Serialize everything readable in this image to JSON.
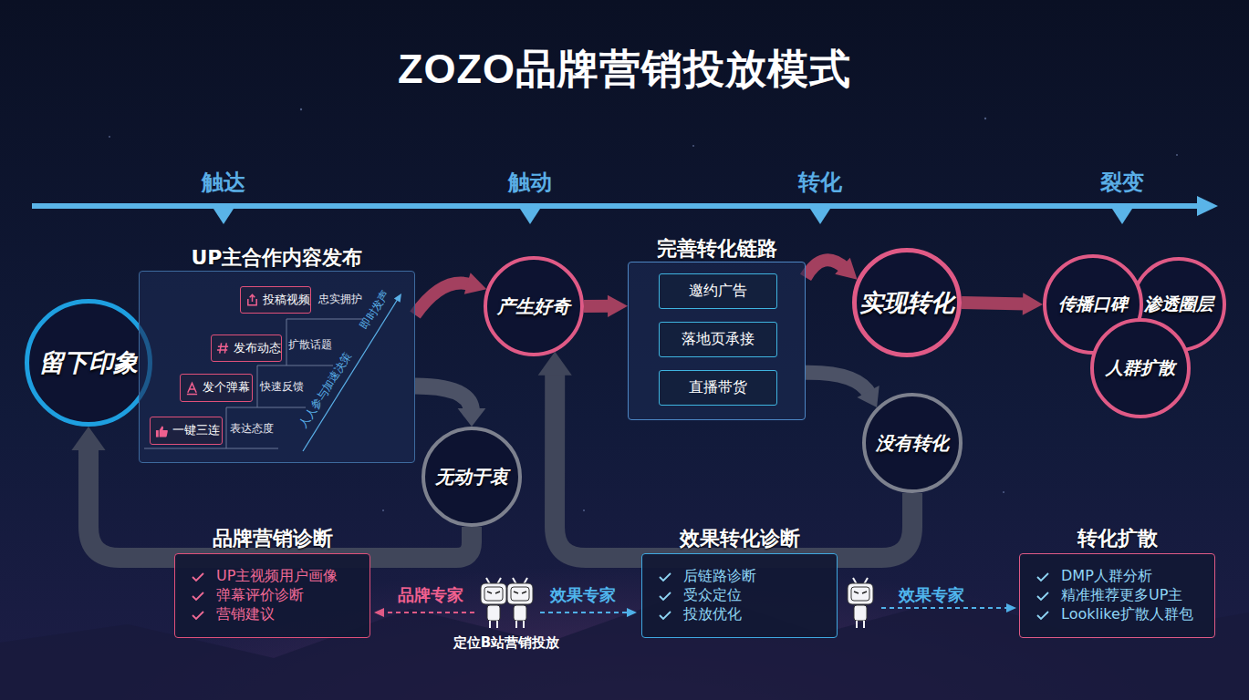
{
  "diagram": {
    "title": "ZOZO品牌营销投放模式",
    "nodes": [
      {
        "text": [
          "留下印象"
        ]
      },
      {
        "text": [
          "UP主合作内容发布"
        ]
      },
      {
        "text": [
          "投稿视频"
        ],
        "in": 1
      },
      {
        "text": [
          "发布动态"
        ],
        "in": 1
      },
      {
        "text": [
          "发个弹幕"
        ],
        "in": 1
      },
      {
        "text": [
          "一键三连"
        ],
        "in": 1
      },
      {
        "text": [
          "无动于衷"
        ]
      },
      {
        "text": [
          "产生好奇"
        ]
      },
      {
        "text": [
          "完善转化链路"
        ]
      },
      {
        "text": [
          "邀约广告"
        ],
        "in": 8
      },
      {
        "text": [
          "落地页承接"
        ],
        "in": 8
      },
      {
        "text": [
          "直播带货"
        ],
        "in": 8
      },
      {
        "text": [
          "实现转化"
        ]
      },
      {
        "text": [
          "没有转化"
        ]
      },
      {
        "text": [
          "传播口碑"
        ]
      },
      {
        "text": [
          "渗透圈层"
        ]
      },
      {
        "text": [
          "人群扩散"
        ]
      },
      {
        "text": [
          "品牌营销诊断",
          "UP主视频用户画像",
          "弹幕评价诊断",
          "营销建议"
        ]
      },
      {
        "text": [
          "效果转化诊断",
          "后链路诊断",
          "受众定位",
          "投放优化"
        ]
      },
      {
        "text": [
          "转化扩散",
          "DMP人群分析",
          "精准推荐更多UP主",
          "Looklike扩散人群包"
        ]
      }
    ],
    "edges": [
      {
        "from": 1,
        "to": 7,
        "arrow": "to"
      },
      {
        "from": 1,
        "to": 6,
        "arrow": "to"
      },
      {
        "from": 7,
        "to": 8,
        "arrow": "to"
      },
      {
        "from": 8,
        "to": 12,
        "arrow": "to"
      },
      {
        "from": 8,
        "to": 13,
        "arrow": "to"
      },
      {
        "from": 12,
        "to": 14,
        "arrow": "to"
      },
      {
        "from": 6,
        "to": 0,
        "arrow": "to"
      },
      {
        "from": 13,
        "to": 7,
        "arrow": "to"
      }
    ],
    "labels": [
      "触达",
      "触动",
      "转化",
      "裂变",
      "忠实拥护",
      "扩散话题",
      "快速反馈",
      "表达态度",
      "即时发声",
      "人人参与加速决策",
      "品牌专家",
      "效果专家",
      "定位B站营销投放",
      "效果专家"
    ]
  }
}
